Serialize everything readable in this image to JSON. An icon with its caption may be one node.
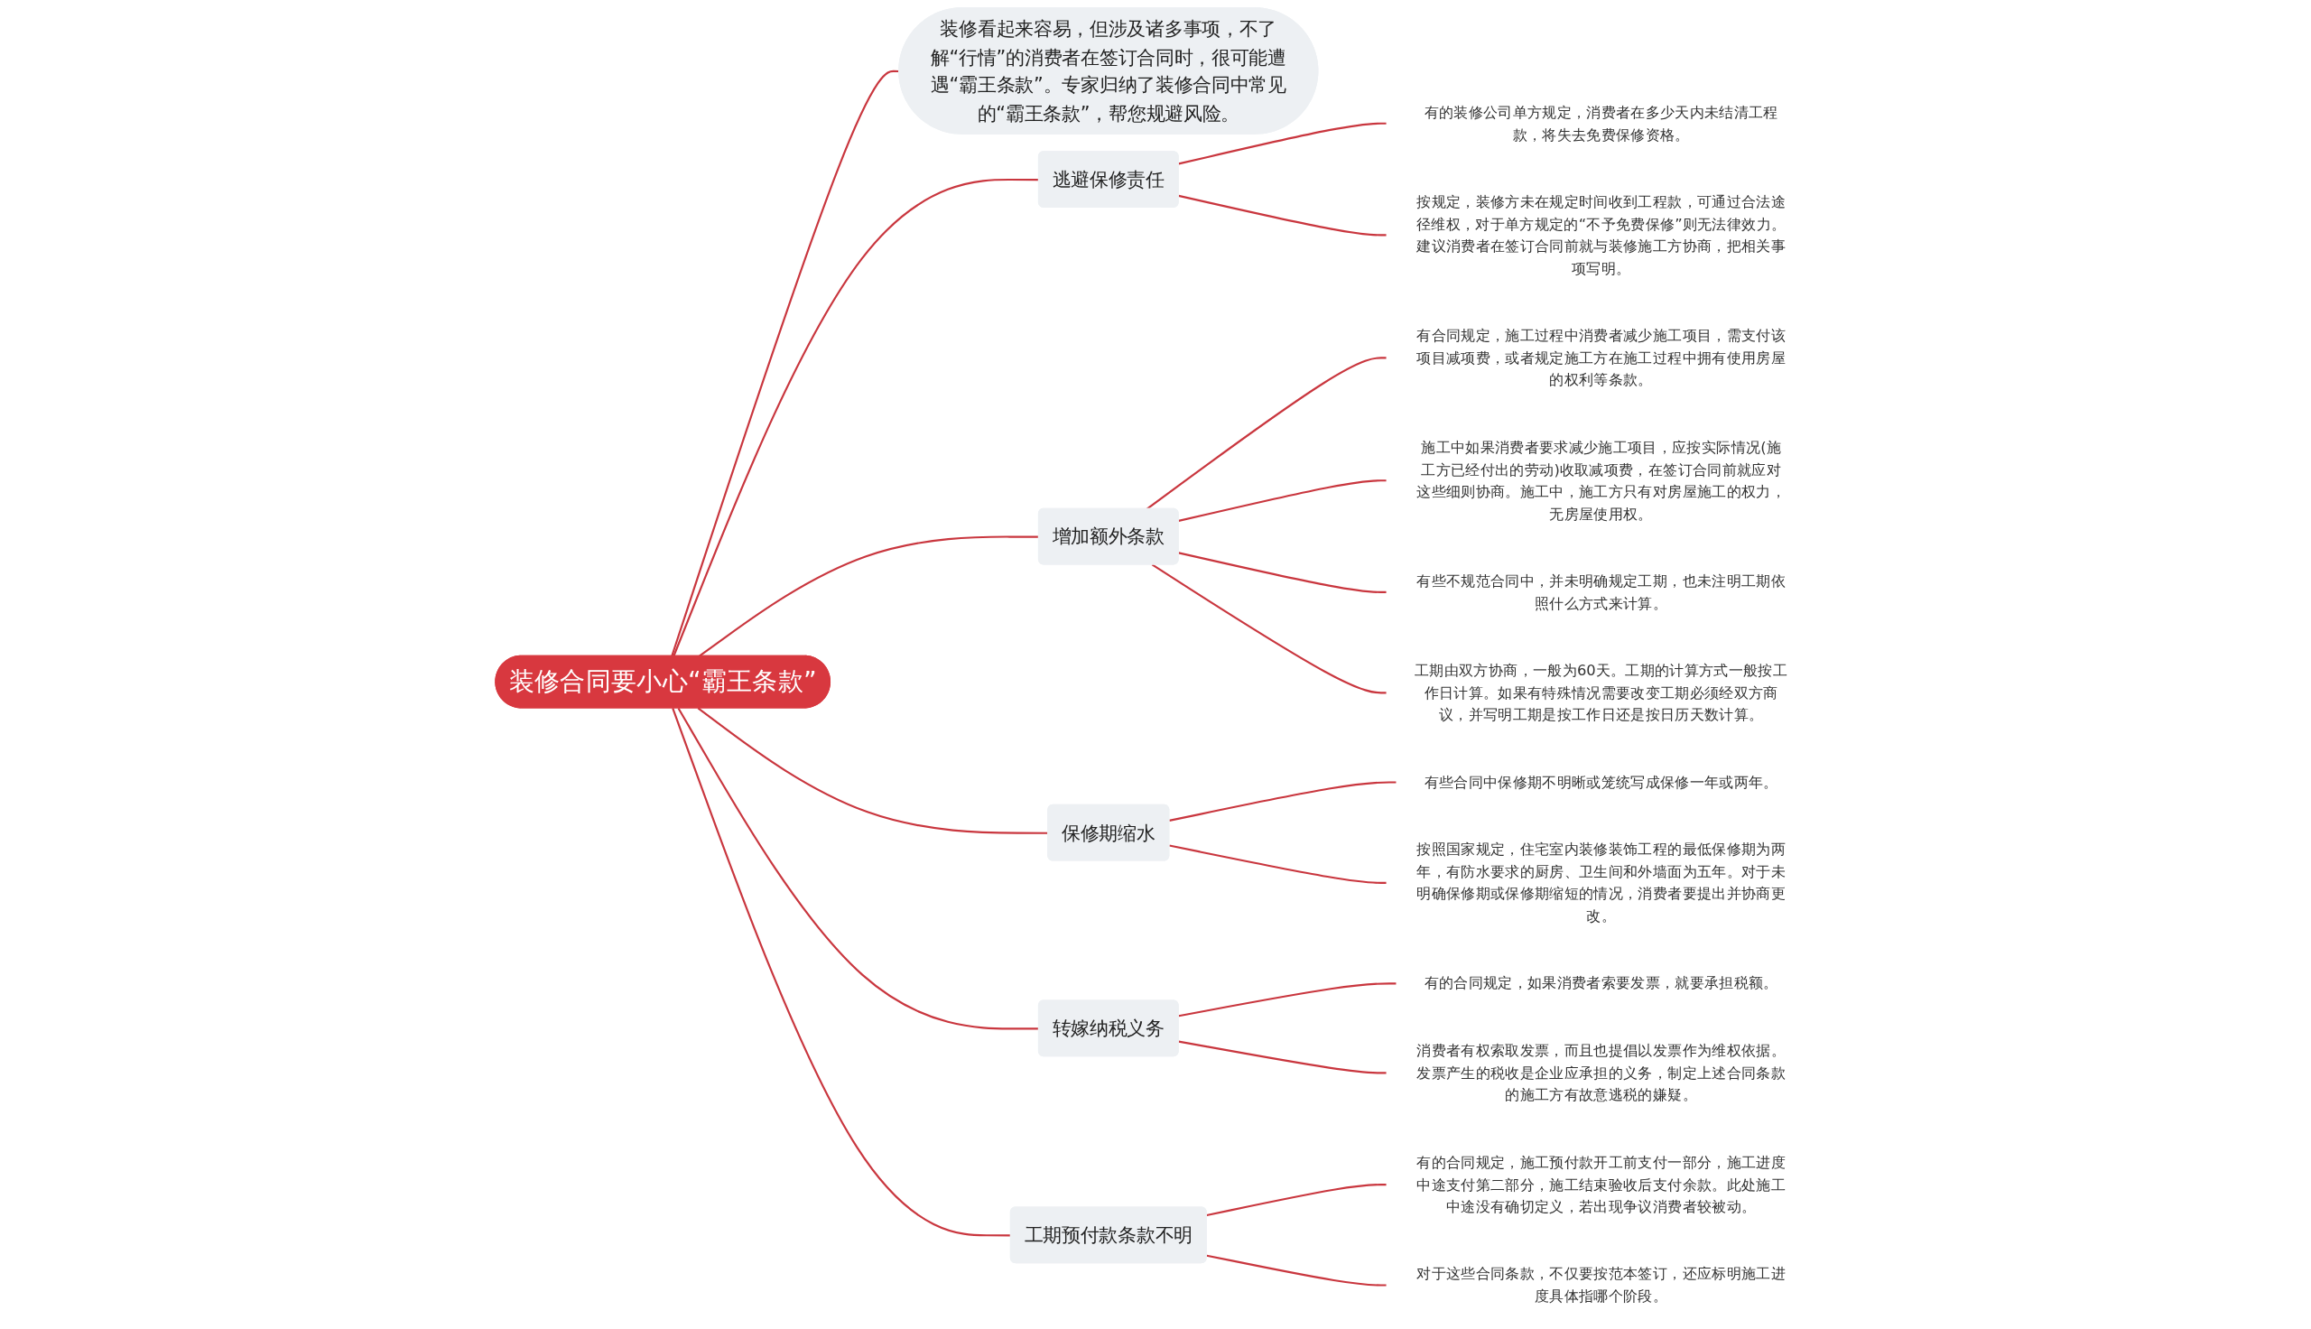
{
  "diagram": {
    "nodes": [
      {
        "text": [
          "装修合同要小心“霸王条款”"
        ]
      },
      {
        "text": [
          "装修看起来容易，但涉及诸多事项，不了解“行情”的消费者在签订合同时，很可能遭遇“霸王条款”。专家归纳了装修合同中常见的“霸王条款”，帮您规避风险。"
        ]
      },
      {
        "text": [
          "逃避保修责任"
        ]
      },
      {
        "text": [
          "有的装修公司单方规定，消费者在多少天内未结清工程款，将失去免费保修资格。"
        ]
      },
      {
        "text": [
          "按规定，装修方未在规定时间收到工程款，可通过合法途径维权，对于单方规定的“不予免费保修”则无法律效力。建议消费者在签订合同前就与装修施工方协商，把相关事项写明。"
        ]
      },
      {
        "text": [
          "增加额外条款"
        ]
      },
      {
        "text": [
          "有合同规定，施工过程中消费者减少施工项目，需支付该项目减项费，或者规定施工方在施工过程中拥有使用房屋的权利等条款。"
        ]
      },
      {
        "text": [
          "施工中如果消费者要求减少施工项目，应按实际情况(施工方已经付出的劳动)收取减项费，在签订合同前就应对这些细则协商。施工中，施工方只有对房屋施工的权力，无房屋使用权。"
        ]
      },
      {
        "text": [
          "有些不规范合同中，并未明确规定工期，也未注明工期依照什么方式来计算。"
        ]
      },
      {
        "text": [
          "工期由双方协商，一般为60天。工期的计算方式一般按工作日计算。如果有特殊情况需要改变工期必须经双方商议，并写明工期是按工作日还是按日历天数计算。"
        ]
      },
      {
        "text": [
          "保修期缩水"
        ]
      },
      {
        "text": [
          "有些合同中保修期不明晰或笼统写成保修一年或两年。"
        ]
      },
      {
        "text": [
          "按照国家规定，住宅室内装修装饰工程的最低保修期为两年，有防水要求的厨房、卫生间和外墙面为五年。对于未明确保修期或保修期缩短的情况，消费者要提出并协商更改。"
        ]
      },
      {
        "text": [
          "转嫁纳税义务"
        ]
      },
      {
        "text": [
          "有的合同规定，如果消费者索要发票，就要承担税额。"
        ]
      },
      {
        "text": [
          "消费者有权索取发票，而且也提倡以发票作为维权依据。发票产生的税收是企业应承担的义务，制定上述合同条款的施工方有故意逃税的嫌疑。"
        ]
      },
      {
        "text": [
          "工期预付款条款不明"
        ]
      },
      {
        "text": [
          "有的合同规定，施工预付款开工前支付一部分，施工进度中途支付第二部分，施工结束验收后支付余款。此处施工中途没有确切定义，若出现争议消费者较被动。"
        ]
      },
      {
        "text": [
          "对于这些合同条款，不仅要按范本签订，还应标明施工进度具体指哪个阶段。"
        ]
      }
    ],
    "edges": [
      {
        "from": 0,
        "to": 1,
        "arrow": "none"
      },
      {
        "from": 0,
        "to": 2,
        "arrow": "none"
      },
      {
        "from": 2,
        "to": 3,
        "arrow": "none"
      },
      {
        "from": 2,
        "to": 4,
        "arrow": "none"
      },
      {
        "from": 0,
        "to": 5,
        "arrow": "none"
      },
      {
        "from": 5,
        "to": 6,
        "arrow": "none"
      },
      {
        "from": 5,
        "to": 7,
        "arrow": "none"
      },
      {
        "from": 5,
        "to": 8,
        "arrow": "none"
      },
      {
        "from": 5,
        "to": 9,
        "arrow": "none"
      },
      {
        "from": 0,
        "to": 10,
        "arrow": "none"
      },
      {
        "from": 10,
        "to": 11,
        "arrow": "none"
      },
      {
        "from": 10,
        "to": 12,
        "arrow": "none"
      },
      {
        "from": 0,
        "to": 13,
        "arrow": "none"
      },
      {
        "from": 13,
        "to": 14,
        "arrow": "none"
      },
      {
        "from": 13,
        "to": 15,
        "arrow": "none"
      },
      {
        "from": 0,
        "to": 16,
        "arrow": "none"
      },
      {
        "from": 16,
        "to": 17,
        "arrow": "none"
      },
      {
        "from": 16,
        "to": 18,
        "arrow": "none"
      }
    ]
  }
}
